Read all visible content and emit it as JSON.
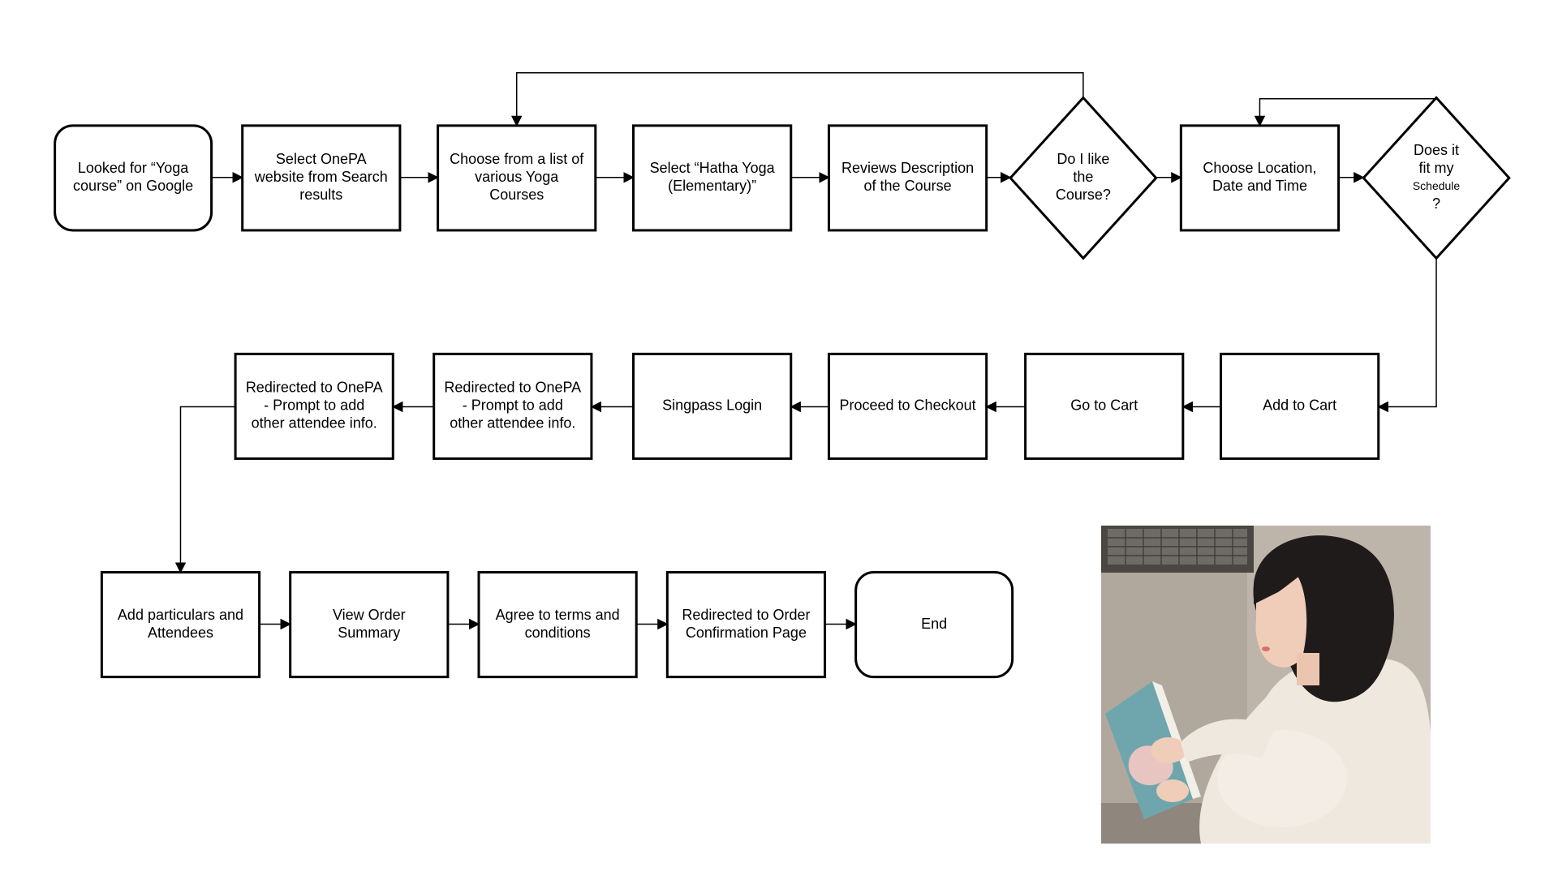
{
  "diagram": {
    "nodes": [
      {
        "id": "n1",
        "shape": "rounded",
        "lines": [
          "Looked for “Yoga",
          "course” on Google"
        ]
      },
      {
        "id": "n2",
        "shape": "rect",
        "lines": [
          "Select OnePA",
          "website from Search",
          "results"
        ]
      },
      {
        "id": "n3",
        "shape": "rect",
        "lines": [
          "Choose from a list of",
          "various Yoga",
          "Courses"
        ]
      },
      {
        "id": "n4",
        "shape": "rect",
        "lines": [
          "Select “Hatha Yoga",
          "(Elementary)”"
        ]
      },
      {
        "id": "n5",
        "shape": "rect",
        "lines": [
          "Reviews Description",
          "of the Course"
        ]
      },
      {
        "id": "n6",
        "shape": "diamond",
        "lines": [
          "Do I like",
          "the",
          "Course?"
        ]
      },
      {
        "id": "n7",
        "shape": "rect",
        "lines": [
          "Choose Location,",
          "Date and Time"
        ]
      },
      {
        "id": "n8",
        "shape": "diamond",
        "lines": [
          "Does it",
          "fit my",
          "Schedule",
          "?"
        ]
      },
      {
        "id": "n9",
        "shape": "rect",
        "lines": [
          "Add to Cart"
        ]
      },
      {
        "id": "n10",
        "shape": "rect",
        "lines": [
          "Go to Cart"
        ]
      },
      {
        "id": "n11",
        "shape": "rect",
        "lines": [
          "Proceed to Checkout"
        ]
      },
      {
        "id": "n12",
        "shape": "rect",
        "lines": [
          "Singpass Login"
        ]
      },
      {
        "id": "n13",
        "shape": "rect",
        "lines": [
          "Redirected to OnePA",
          "- Prompt to add",
          "other attendee info."
        ]
      },
      {
        "id": "n14",
        "shape": "rect",
        "lines": [
          "Redirected to OnePA",
          "- Prompt to add",
          "other attendee info."
        ]
      },
      {
        "id": "n15",
        "shape": "rect",
        "lines": [
          "Add particulars and",
          "Attendees"
        ]
      },
      {
        "id": "n16",
        "shape": "rect",
        "lines": [
          "View Order",
          "Summary"
        ]
      },
      {
        "id": "n17",
        "shape": "rect",
        "lines": [
          "Agree to terms and",
          "conditions"
        ]
      },
      {
        "id": "n18",
        "shape": "rect",
        "lines": [
          "Redirected to Order",
          "Confirmation Page"
        ]
      },
      {
        "id": "n19",
        "shape": "rounded",
        "lines": [
          "End"
        ]
      }
    ],
    "edges": [
      {
        "from": "n1",
        "to": "n2"
      },
      {
        "from": "n2",
        "to": "n3"
      },
      {
        "from": "n3",
        "to": "n4"
      },
      {
        "from": "n4",
        "to": "n5"
      },
      {
        "from": "n5",
        "to": "n6"
      },
      {
        "from": "n6",
        "to": "n7"
      },
      {
        "from": "n6",
        "to": "n3"
      },
      {
        "from": "n7",
        "to": "n8"
      },
      {
        "from": "n8",
        "to": "n7"
      },
      {
        "from": "n8",
        "to": "n9"
      },
      {
        "from": "n9",
        "to": "n10"
      },
      {
        "from": "n10",
        "to": "n11"
      },
      {
        "from": "n11",
        "to": "n12"
      },
      {
        "from": "n12",
        "to": "n13"
      },
      {
        "from": "n13",
        "to": "n14"
      },
      {
        "from": "n14",
        "to": "n15"
      },
      {
        "from": "n15",
        "to": "n16"
      },
      {
        "from": "n16",
        "to": "n17"
      },
      {
        "from": "n17",
        "to": "n18"
      },
      {
        "from": "n18",
        "to": "n19"
      }
    ]
  },
  "photo": {
    "icon": "woman-reading-book-photo",
    "colors": {
      "wall": "#b9b1a6",
      "window_frame": "#4a4642",
      "hair": "#1f1b1a",
      "skin": "#f0cdb9",
      "shirt": "#efe8de",
      "book_cover": "#6fa6ad"
    }
  }
}
